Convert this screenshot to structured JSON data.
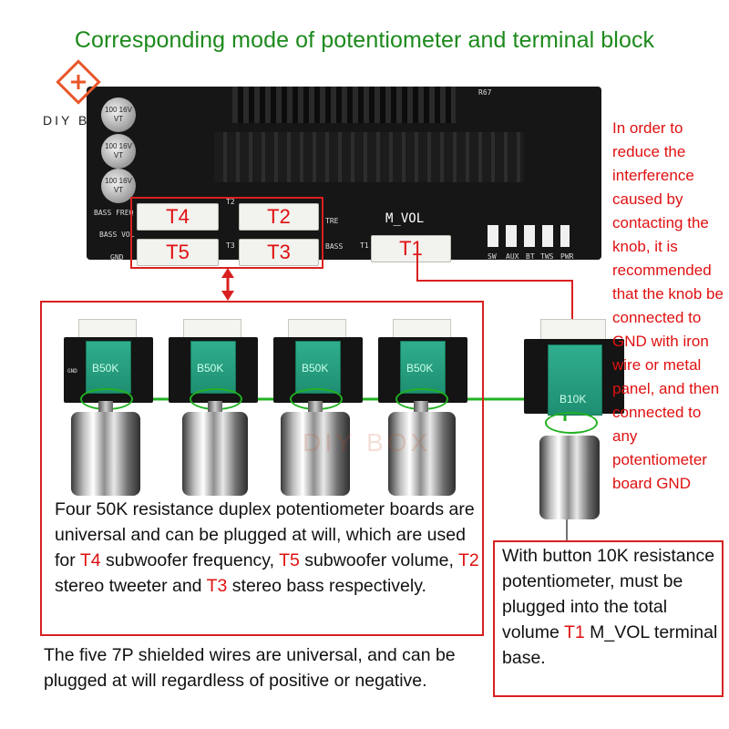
{
  "title": "Corresponding mode of potentiometer and terminal block",
  "logo": {
    "text": "DIY B",
    "icon": "diy-box-logo-icon",
    "color": "#e8562a"
  },
  "watermark": "DIY BOX",
  "board": {
    "capacitors": [
      "100 16V VT",
      "100 16V VT",
      "100 16V VT"
    ],
    "silkscreen": [
      "BASS FREQ",
      "BASS VOL",
      "GND",
      "T2",
      "T3",
      "T1",
      "M_VOL",
      "TRE",
      "BASS",
      "SW",
      "AUX",
      "BT",
      "TWS",
      "PWR",
      "R67"
    ],
    "terminals": [
      {
        "id": "T4",
        "label": "T4"
      },
      {
        "id": "T2",
        "label": "T2"
      },
      {
        "id": "T5",
        "label": "T5"
      },
      {
        "id": "T3",
        "label": "T3"
      },
      {
        "id": "T1",
        "label": "T1"
      }
    ]
  },
  "pots": [
    {
      "label": "B50K"
    },
    {
      "label": "B50K"
    },
    {
      "label": "B50K"
    },
    {
      "label": "B50K"
    },
    {
      "label": "B10K"
    }
  ],
  "pot_pin_label": "GND",
  "side_note": "In order to reduce the interference caused by contacting the knob, it is recommended that the knob be connected to GND with iron wire or metal panel, and then connected to any potentiometer board GND",
  "main_text": {
    "p1": "Four 50K resistance duplex potentiometer boards are universal and can be plugged at will, which are used for ",
    "t4": "T4",
    "p2": " subwoofer frequency, ",
    "t5": "T5",
    "p3": " subwoofer volume, ",
    "t2": "T2",
    "p4": " stereo tweeter and ",
    "t3": "T3",
    "p5": " stereo bass respectively."
  },
  "button_text": {
    "p1": "With button 10K resistance potentiometer, must be plugged into the total volume ",
    "t1": "T1",
    "p2": " M_VOL terminal base."
  },
  "wire_text": "The five 7P shielded wires are universal, and can be plugged at will regardless of positive or negative.",
  "colors": {
    "title": "#1d8a1d",
    "highlight": "#e01010",
    "box": "#d92020",
    "ring": "#21b121"
  }
}
